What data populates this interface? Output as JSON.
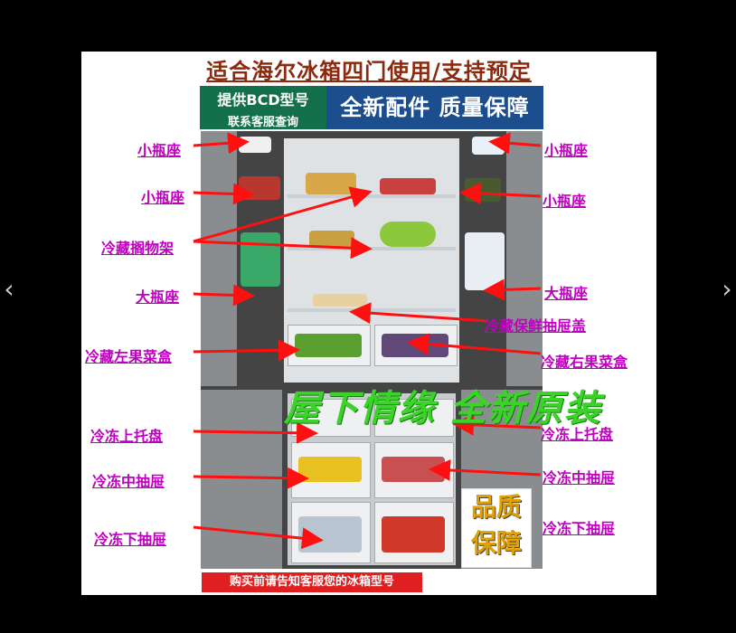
{
  "title": "适合海尔冰箱四门使用/支持预定",
  "badge_left": {
    "line1": "提供BCD型号",
    "line2": "联系客服查询"
  },
  "badge_right": "全新配件 质量保障",
  "labels": {
    "l1": "小瓶座",
    "l2": "小瓶座",
    "l3": "冷藏搁物架",
    "l4": "大瓶座",
    "l5": "冷藏左果菜盒",
    "l6": "冷冻上托盘",
    "l7": "冷冻中抽屉",
    "l8": "冷冻下抽屉",
    "r1": "小瓶座",
    "r2": "小瓶座",
    "r3": "大瓶座",
    "r4": "冷藏保鲜抽屉盖",
    "r5": "冷藏右果菜盒",
    "r6": "冷冻上托盘",
    "r7": "冷冻中抽屉",
    "r8": "冷冻下抽屉"
  },
  "brand_watermark": "屋下情缘 全新原装",
  "quality_badge": {
    "line1": "品质",
    "line2": "保障"
  },
  "footer": "购买前请告知客服您的冰箱型号",
  "nav": {
    "prev": "‹",
    "next": "›"
  },
  "colors": {
    "label": "#c000c0",
    "arrow": "#ff1010",
    "brand": "#3bd32a",
    "footer": "#e02020"
  }
}
